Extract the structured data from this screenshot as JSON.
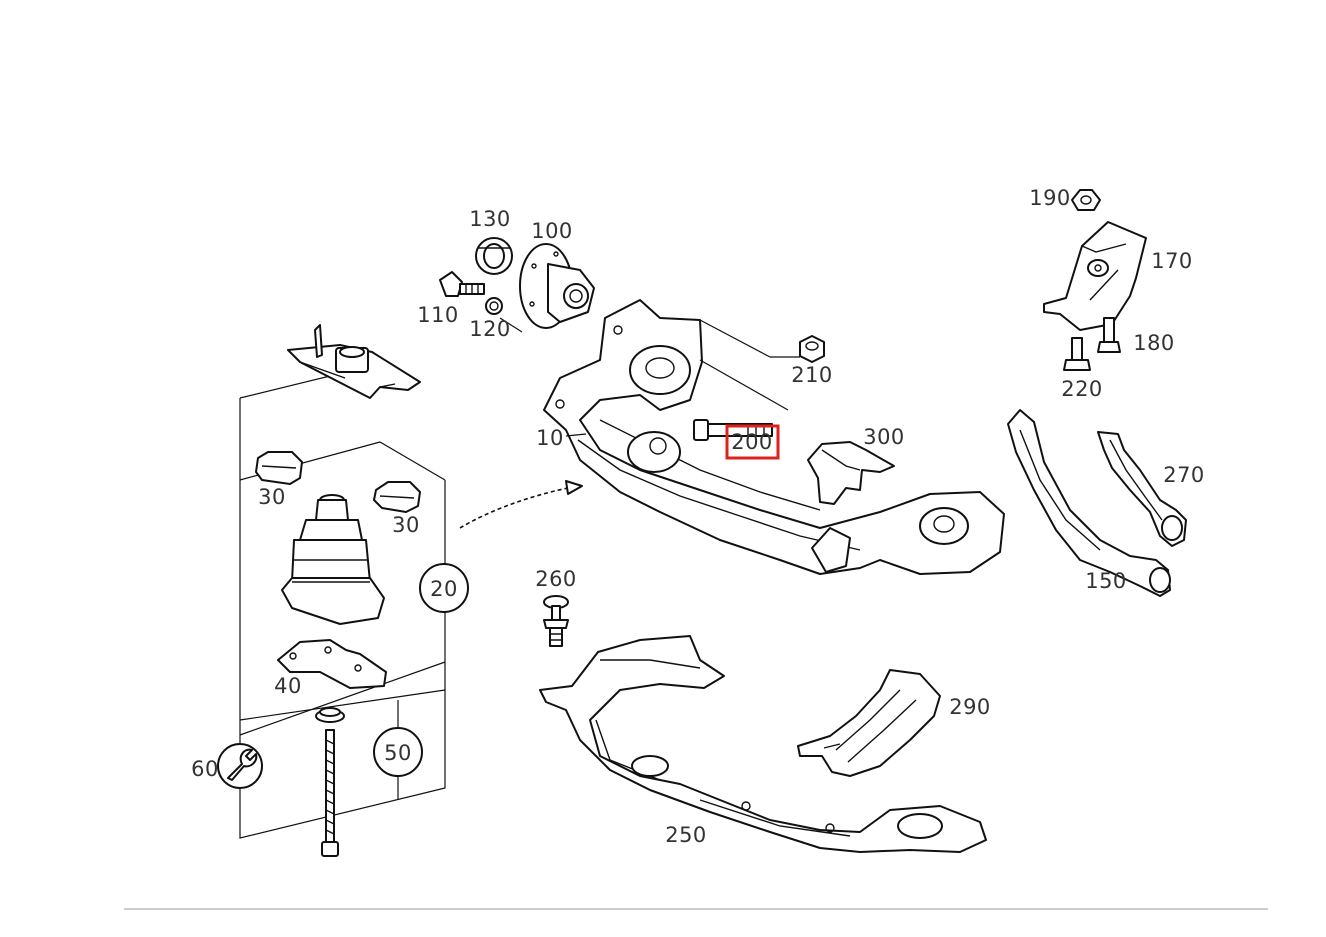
{
  "diagram": {
    "labels": {
      "p10": "10",
      "p20": "20",
      "p30a": "30",
      "p30b": "30",
      "p40": "40",
      "p50": "50",
      "p60": "60",
      "p100": "100",
      "p110": "110",
      "p120": "120",
      "p130": "130",
      "p150": "150",
      "p170": "170",
      "p180": "180",
      "p190": "190",
      "p200": "200",
      "p210": "210",
      "p220": "220",
      "p250": "250",
      "p260": "260",
      "p270": "270",
      "p290": "290",
      "p300": "300"
    },
    "highlighted_part": "200",
    "highlight_color": "#e0201c",
    "icons": {
      "p60_symbol": "wrench-icon"
    }
  }
}
